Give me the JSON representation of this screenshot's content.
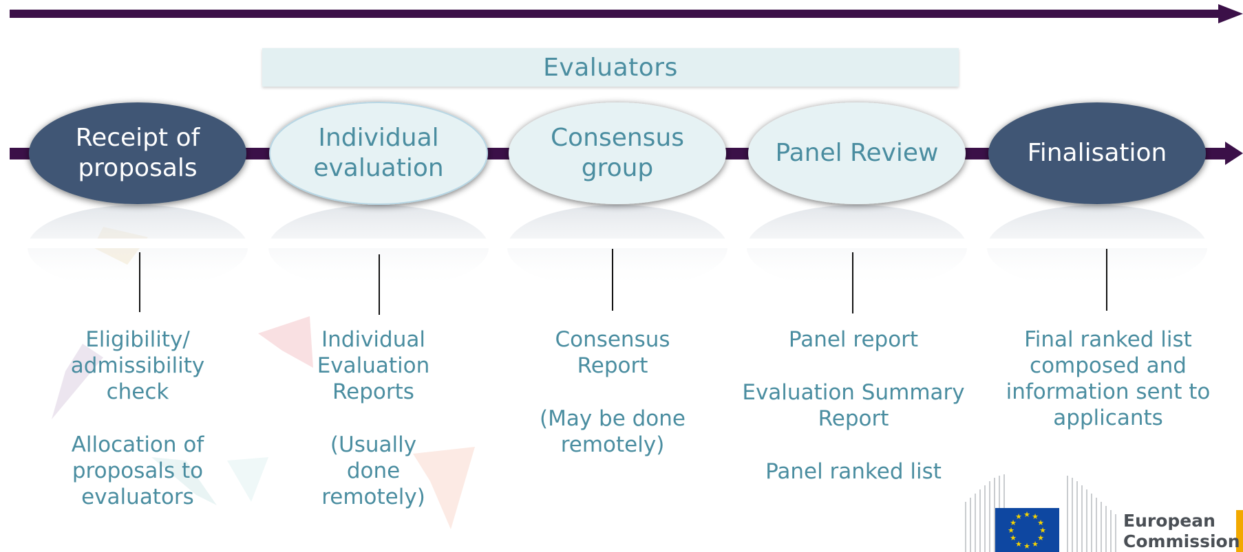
{
  "header": {
    "evaluators_label": "Evaluators"
  },
  "stages": [
    {
      "label": "Receipt of\nproposals",
      "style": "dark"
    },
    {
      "label": "Individual\nevaluation",
      "style": "light"
    },
    {
      "label": "Consensus\ngroup",
      "style": "light"
    },
    {
      "label": "Panel Review",
      "style": "light"
    },
    {
      "label": "Finalisation",
      "style": "dark"
    }
  ],
  "outputs": [
    [
      "Eligibility/\nadmissibility\ncheck",
      "Allocation of\nproposals to\nevaluators"
    ],
    [
      "Individual\nEvaluation\nReports",
      "(Usually\ndone\nremotely)"
    ],
    [
      "Consensus\nReport",
      "(May be done\nremotely)"
    ],
    [
      "Panel report",
      "Evaluation Summary\nReport",
      "Panel ranked list"
    ],
    [
      "Final ranked list\ncomposed and\ninformation sent to\napplicants"
    ]
  ],
  "logo": {
    "text": "European\nCommission"
  },
  "colors": {
    "timeline": "#3b1048",
    "dark_ellipse": "#3f5774",
    "light_ellipse": "#e6f2f4",
    "text_teal": "#4a8da0"
  }
}
